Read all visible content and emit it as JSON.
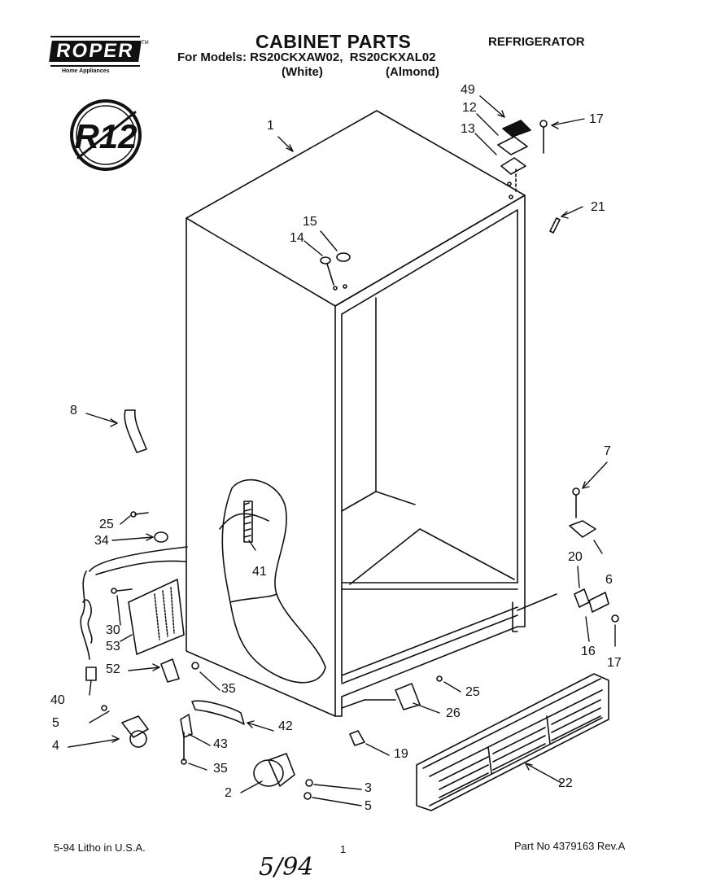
{
  "header": {
    "brand": "ROPER",
    "brand_tagline": "Home Appliances",
    "trademark": "TM",
    "title": "CABINET PARTS",
    "product": "REFRIGERATOR",
    "models_label": "For Models:",
    "model_1": "RS20CKXAW02,",
    "model_2": "RS20CKXAL02",
    "color_1": "(White)",
    "color_2": "(Almond)"
  },
  "stamp": {
    "text": "R12"
  },
  "callouts": [
    "1",
    "49",
    "12",
    "13",
    "17",
    "21",
    "15",
    "14",
    "8",
    "7",
    "25",
    "34",
    "6",
    "41",
    "20",
    "30",
    "53",
    "52",
    "40",
    "35",
    "16",
    "17",
    "25",
    "26",
    "5",
    "42",
    "4",
    "43",
    "19",
    "35",
    "22",
    "2",
    "3",
    "5"
  ],
  "footer": {
    "left": "5-94  Litho in U.S.A.",
    "center": "1",
    "right": "Part No 4379163 Rev.A",
    "handwritten": "5/94"
  }
}
